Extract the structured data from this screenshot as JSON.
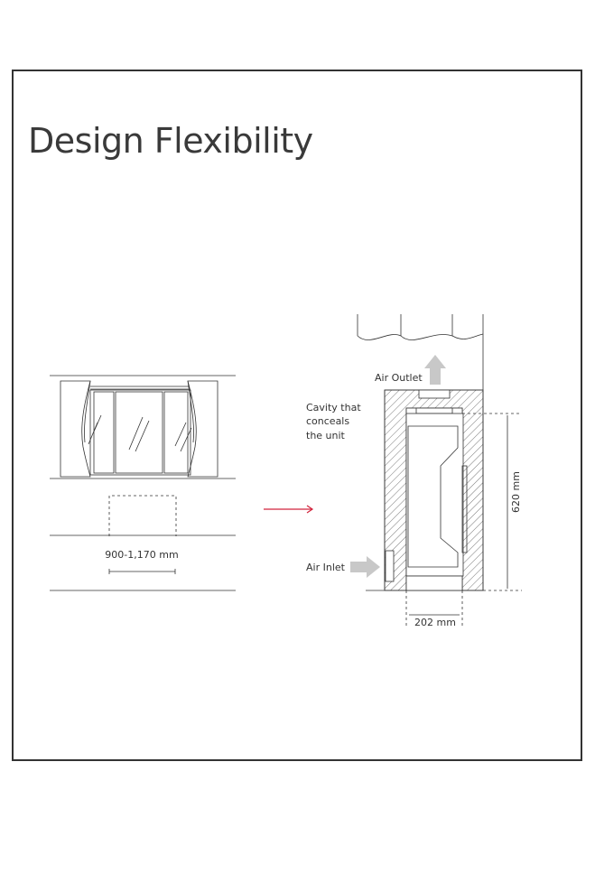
{
  "title": "Design Flexibility",
  "left_view": {
    "width_label": "900-1,170 mm"
  },
  "right_view": {
    "air_outlet_label": "Air Outlet",
    "cavity_label_lines": [
      "Cavity that",
      "conceals",
      "the unit"
    ],
    "air_inlet_label": "Air Inlet",
    "height_label": "620 mm",
    "depth_label": "202 mm"
  },
  "colors": {
    "arrow": "#d2233c",
    "line": "#333333",
    "flow_arrow": "#c8c8c8"
  }
}
